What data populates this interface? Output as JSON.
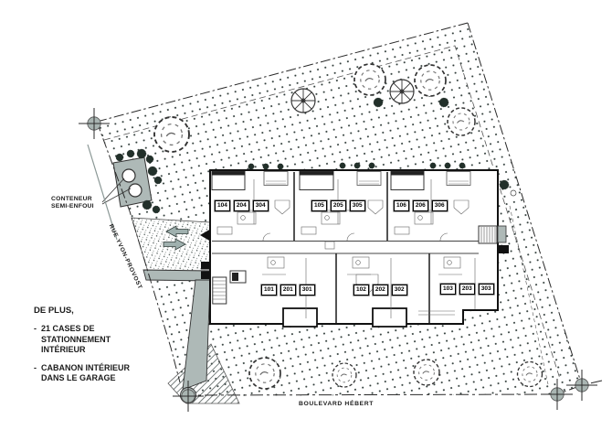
{
  "labels": {
    "conteneur": "CONTENEUR\nSEMI-ENFOUI"
  },
  "streets": {
    "left": "RUE YVON-PROVOST",
    "bottom": "BOULEVARD HÉBERT"
  },
  "notes": {
    "heading": "DE PLUS,",
    "bullet": "-",
    "items": [
      "21 CASES DE STATIONNEMENT INTÉRIEUR",
      "CABANON INTÉRIEUR DANS LE GARAGE"
    ]
  },
  "building": {
    "unit_groups": [
      {
        "units": [
          "104",
          "204",
          "304"
        ]
      },
      {
        "units": [
          "105",
          "205",
          "305"
        ]
      },
      {
        "units": [
          "106",
          "206",
          "306"
        ]
      },
      {
        "units": [
          "101",
          "201",
          "301"
        ]
      },
      {
        "units": [
          "102",
          "202",
          "302"
        ]
      },
      {
        "units": [
          "103",
          "203",
          "303"
        ]
      }
    ]
  },
  "colors": {
    "paving": "#aeb9b7",
    "line": "#1d1d1b",
    "dot": "#2e3a37"
  }
}
